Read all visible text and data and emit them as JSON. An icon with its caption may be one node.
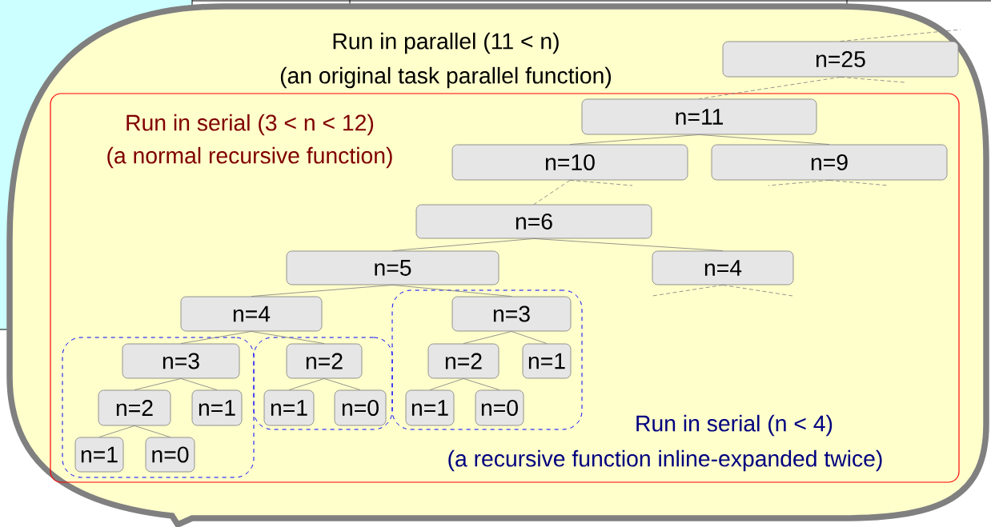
{
  "diagram": {
    "nodes": [
      {
        "text": [
          "Run in parallel (11 < n)",
          "(an original task parallel function)"
        ]
      },
      {
        "text": [
          "n=25"
        ],
        "in": 0
      },
      {
        "text": [
          "Run in serial (3 < n < 12)",
          "(a normal recursive function)"
        ],
        "in": 0
      },
      {
        "text": [
          "n=11"
        ],
        "in": 2
      },
      {
        "text": [
          "n=10"
        ],
        "in": 2
      },
      {
        "text": [
          "n=9"
        ],
        "in": 2
      },
      {
        "text": [
          "n=6"
        ],
        "in": 2
      },
      {
        "text": [
          "n=5"
        ],
        "in": 2
      },
      {
        "text": [
          "n=4"
        ],
        "in": 2
      },
      {
        "text": [
          "n=4"
        ],
        "in": 2
      },
      {
        "text": [],
        "shape": "box",
        "in": 2
      },
      {
        "text": [
          "n=3"
        ],
        "in": 10
      },
      {
        "text": [],
        "shape": "box",
        "in": 2
      },
      {
        "text": [
          "n=3"
        ],
        "in": 12
      },
      {
        "text": [],
        "shape": "box",
        "in": 2
      },
      {
        "text": [
          "n=2"
        ],
        "in": 14
      },
      {
        "text": [
          "n=2"
        ],
        "in": 10
      },
      {
        "text": [
          "n=1"
        ],
        "in": 10
      },
      {
        "text": [
          "n=2"
        ],
        "in": 12
      },
      {
        "text": [
          "n=1"
        ],
        "in": 12
      },
      {
        "text": [
          "n=1"
        ],
        "in": 14
      },
      {
        "text": [
          "n=0"
        ],
        "in": 14
      },
      {
        "text": [
          "n=1"
        ],
        "in": 10
      },
      {
        "text": [
          "n=0"
        ],
        "in": 10
      },
      {
        "text": [
          "n=1"
        ],
        "in": 12
      },
      {
        "text": [
          "n=0"
        ],
        "in": 12
      }
    ],
    "edges": [
      {
        "from": 1,
        "to": 3,
        "arrow": "none",
        "style": "dashed"
      },
      {
        "from": 3,
        "to": 4,
        "arrow": "none"
      },
      {
        "from": 3,
        "to": 5,
        "arrow": "none"
      },
      {
        "from": 4,
        "to": 6,
        "arrow": "none",
        "style": "dashed"
      },
      {
        "from": 6,
        "to": 7,
        "arrow": "none"
      },
      {
        "from": 6,
        "to": 8,
        "arrow": "none"
      },
      {
        "from": 7,
        "to": 9,
        "arrow": "none"
      },
      {
        "from": 7,
        "to": 11,
        "arrow": "none"
      },
      {
        "from": 9,
        "to": 13,
        "arrow": "none"
      },
      {
        "from": 9,
        "to": 15,
        "arrow": "none"
      },
      {
        "from": 13,
        "to": 18,
        "arrow": "none"
      },
      {
        "from": 13,
        "to": 19,
        "arrow": "none"
      },
      {
        "from": 18,
        "to": 24,
        "arrow": "none"
      },
      {
        "from": 18,
        "to": 25,
        "arrow": "none"
      },
      {
        "from": 15,
        "to": 20,
        "arrow": "none"
      },
      {
        "from": 15,
        "to": 21,
        "arrow": "none"
      },
      {
        "from": 11,
        "to": 16,
        "arrow": "none"
      },
      {
        "from": 11,
        "to": 17,
        "arrow": "none"
      },
      {
        "from": 16,
        "to": 22,
        "arrow": "none"
      },
      {
        "from": 16,
        "to": 23,
        "arrow": "none"
      },
      {
        "from": 1,
        "to": null,
        "arrow": "none",
        "style": "dashed"
      },
      {
        "from": 1,
        "to": null,
        "arrow": "none",
        "style": "dashed"
      },
      {
        "from": 4,
        "to": null,
        "arrow": "none",
        "style": "dashed"
      },
      {
        "from": 5,
        "to": null,
        "arrow": "none",
        "style": "dashed"
      },
      {
        "from": 5,
        "to": null,
        "arrow": "none",
        "style": "dashed"
      },
      {
        "from": 8,
        "to": null,
        "arrow": "none",
        "style": "dashed"
      },
      {
        "from": 8,
        "to": null,
        "arrow": "none",
        "style": "dashed"
      }
    ],
    "labels": [
      "Run in serial (n < 4)",
      "(a recursive function inline-expanded twice)"
    ]
  }
}
